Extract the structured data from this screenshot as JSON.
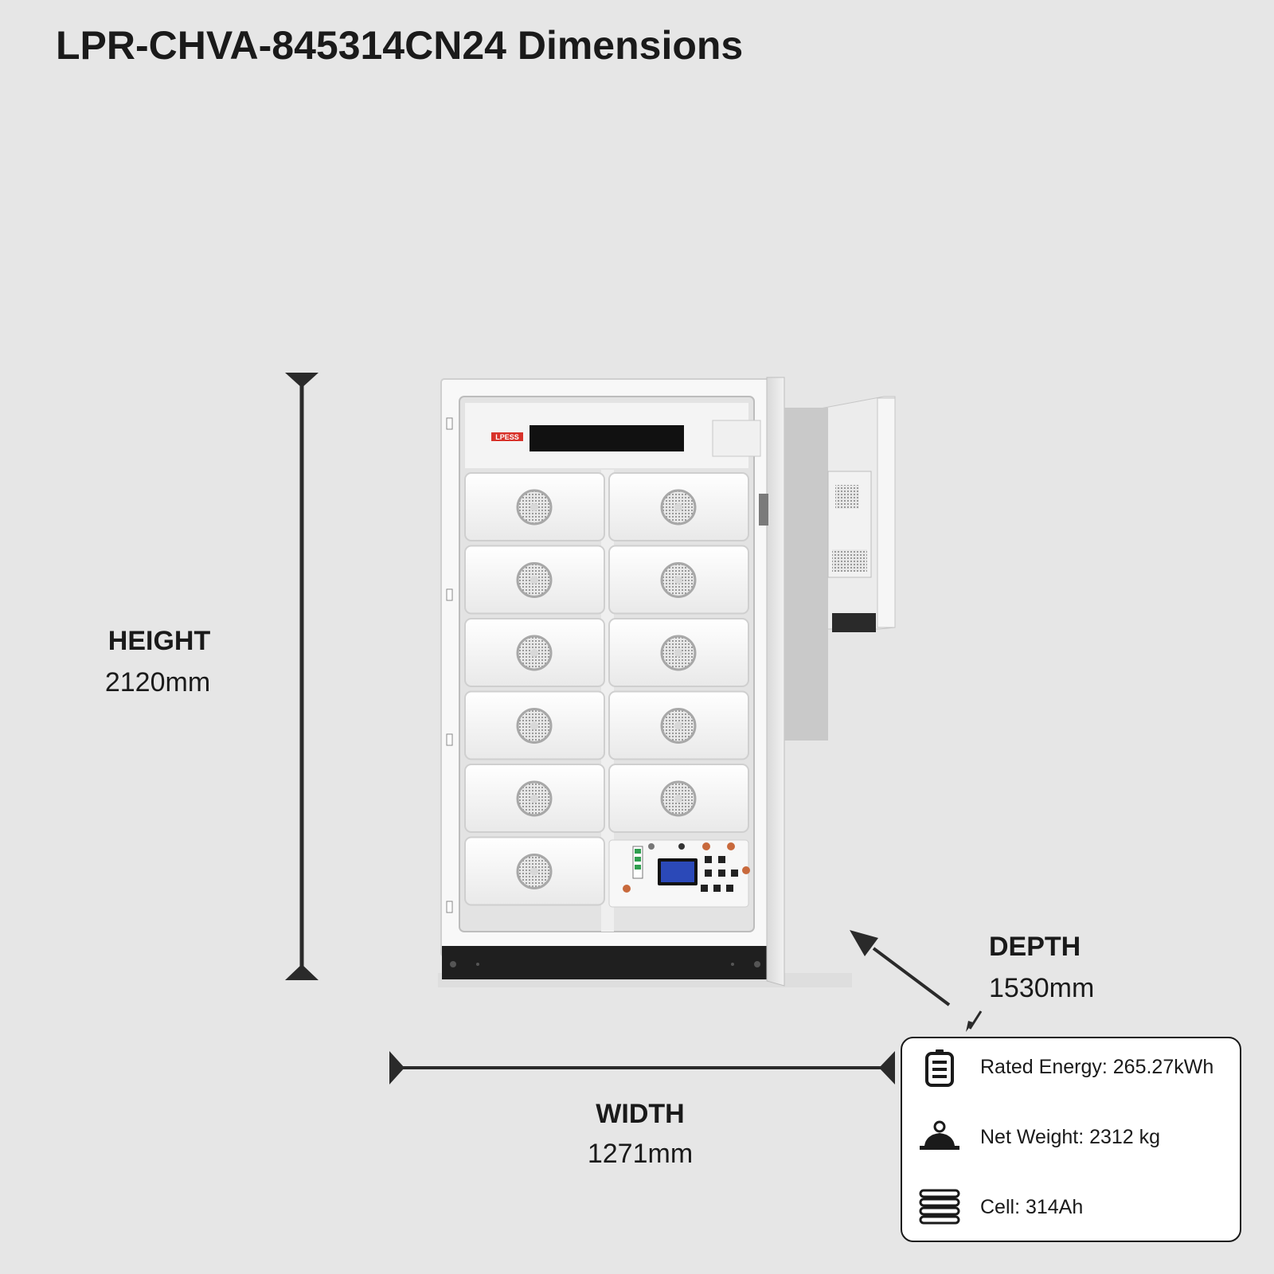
{
  "title": "LPR-CHVA-845314CN24 Dimensions",
  "dimensions": {
    "height": {
      "label": "HEIGHT",
      "value": "2120mm"
    },
    "width": {
      "label": "WIDTH",
      "value": "1271mm"
    },
    "depth": {
      "label": "DEPTH",
      "value": "1530mm"
    }
  },
  "cabinet": {
    "brand": "LPESS"
  },
  "specs": [
    {
      "icon": "battery-icon",
      "text": "Rated Energy: 265.27kWh"
    },
    {
      "icon": "weight-icon",
      "text": "Net Weight: 2312 kg"
    },
    {
      "icon": "cell-stack-icon",
      "text": "Cell: 314Ah"
    }
  ],
  "colors": {
    "background": "#e6e6e6",
    "text": "#1a1a1a",
    "logo": "#d8322a",
    "screen": "#2b49b8"
  }
}
